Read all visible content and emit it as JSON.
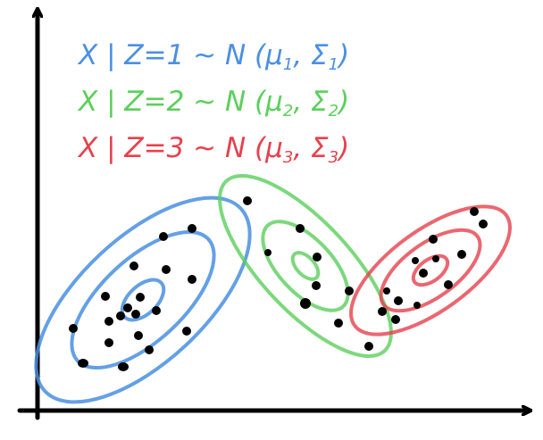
{
  "colors": {
    "axis": "#000000",
    "cluster1": "#4a90e2",
    "cluster2": "#5ccf5c",
    "cluster3": "#e5424d",
    "points": "#000000"
  },
  "legend": [
    {
      "text_main": "X | Z=1 ~ N (μ",
      "sub1": "1",
      "mid": ", Σ",
      "sub2": "1",
      "close": ")",
      "color_key": "cluster1"
    },
    {
      "text_main": "X | Z=2 ~ N (μ",
      "sub1": "2",
      "mid": ", Σ",
      "sub2": "2",
      "close": ")",
      "color_key": "cluster2"
    },
    {
      "text_main": "X | Z=3 ~ N (μ",
      "sub1": "3",
      "mid": ", Σ",
      "sub2": "3",
      "close": ")",
      "color_key": "cluster3"
    }
  ]
}
